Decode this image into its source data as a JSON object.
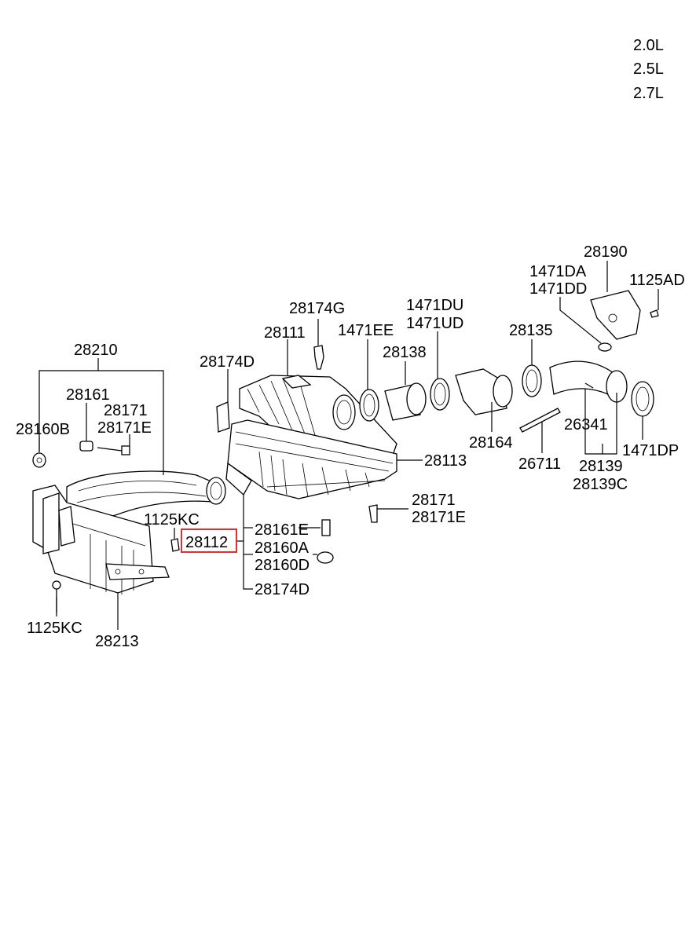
{
  "engine_variants": [
    "2.0L",
    "2.5L",
    "2.7L"
  ],
  "highlighted_part": "28112",
  "labels": {
    "p28210": "28210",
    "p28161": "28161",
    "p28171_a": "28171",
    "p28171e_a": "28171E",
    "p28160b": "28160B",
    "p28174d_a": "28174D",
    "p28111": "28111",
    "p28174g": "28174G",
    "p1471ee": "1471EE",
    "p1471du": "1471DU",
    "p1471ud": "1471UD",
    "p28138": "28138",
    "p28135": "28135",
    "p28190": "28190",
    "p1471da": "1471DA",
    "p1471dd": "1471DD",
    "p1125ad": "1125AD",
    "p28164": "28164",
    "p26341": "26341",
    "p26711": "26711",
    "p28139": "28139",
    "p28139c": "28139C",
    "p1471dp": "1471DP",
    "p28113": "28113",
    "p28171_b": "28171",
    "p28171e_b": "28171E",
    "p1125kc_a": "1125KC",
    "p28112": "28112",
    "p28161e": "28161E",
    "p28160a": "28160A",
    "p28160d": "28160D",
    "p28174d_b": "28174D",
    "p1125kc_b": "1125KC",
    "p28213": "28213"
  },
  "colors": {
    "highlight": "#e03030",
    "ink": "#000000"
  }
}
